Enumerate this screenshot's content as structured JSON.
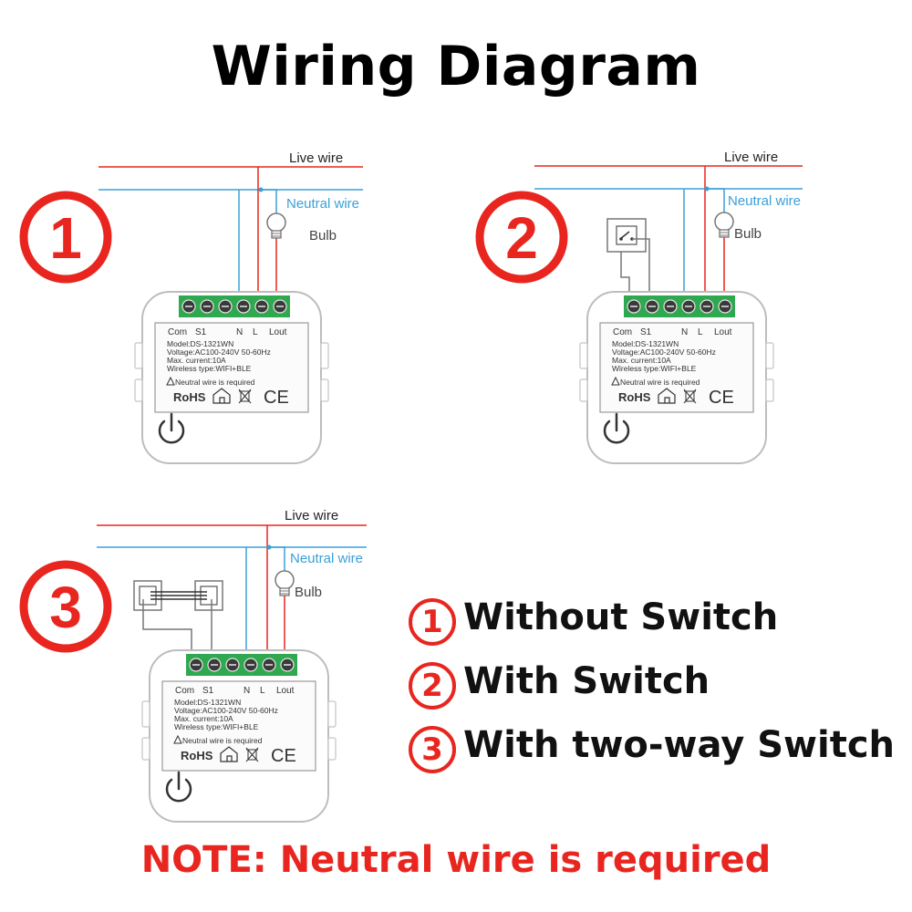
{
  "title": "Wiring Diagram",
  "diagrams": [
    {
      "number": "1",
      "live_label": "Live wire",
      "neutral_label": "Neutral wire",
      "bulb_label": "Bulb"
    },
    {
      "number": "2",
      "live_label": "Live wire",
      "neutral_label": "Neutral wire",
      "bulb_label": "Bulb"
    },
    {
      "number": "3",
      "live_label": "Live wire",
      "neutral_label": "Neutral wire",
      "bulb_label": "Bulb"
    }
  ],
  "device": {
    "terminals": [
      "Com",
      "S1",
      "N",
      "L",
      "Lout"
    ],
    "model": "Model:DS-1321WN",
    "voltage": "Voltage:AC100-240V  50-60Hz",
    "current": "Max. current:10A",
    "wireless": "Wireless type:WIFI+BLE",
    "warning": "Neutral wire is required",
    "rohs": "RoHS",
    "ce": "CE"
  },
  "legend": [
    {
      "number": "1",
      "label": "Without Switch"
    },
    {
      "number": "2",
      "label": "With Switch"
    },
    {
      "number": "3",
      "label": "With two-way Switch"
    }
  ],
  "note": "NOTE: Neutral wire is required",
  "colors": {
    "live": "#e8261f",
    "neutral": "#3aa0d8",
    "accent": "#e8261f",
    "terminal": "#2fa84f",
    "device_outline": "#b5b5b5",
    "switch_wire": "#777777"
  },
  "icons": [
    "bulb-icon",
    "switch-icon",
    "home-icon",
    "bin-icon",
    "warning-icon",
    "power-icon"
  ]
}
